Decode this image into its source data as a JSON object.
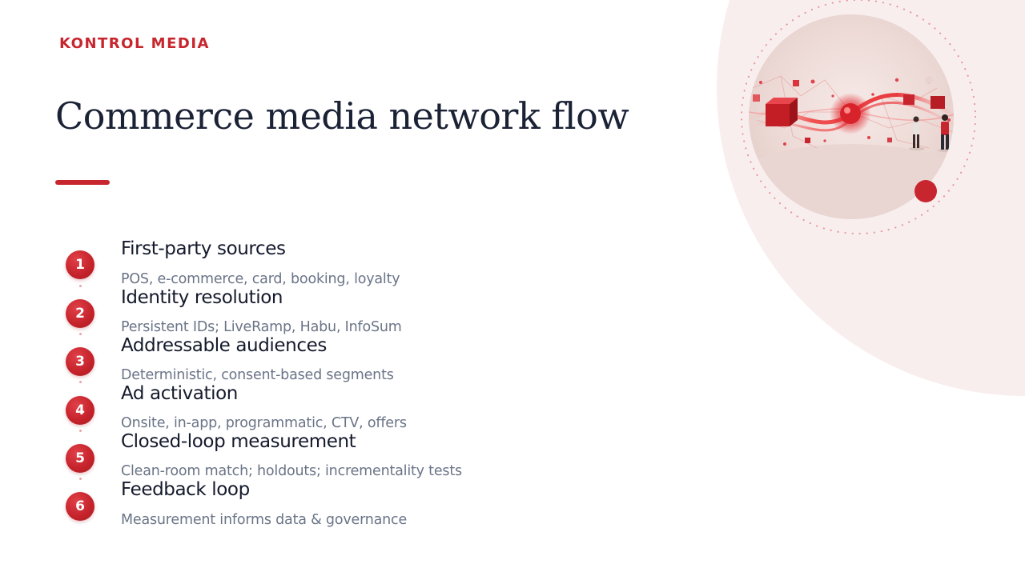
{
  "brand": "KONTROL MEDIA",
  "title": "Commerce media network flow",
  "steps": [
    {
      "number": "1",
      "heading": "First-party sources",
      "description": "POS, e-commerce, card, booking, loyalty"
    },
    {
      "number": "2",
      "heading": "Identity resolution",
      "description": "Persistent IDs; LiveRamp, Habu, InfoSum"
    },
    {
      "number": "3",
      "heading": "Addressable audiences",
      "description": "Deterministic, consent-based segments"
    },
    {
      "number": "4",
      "heading": "Ad activation",
      "description": "Onsite, in-app, programmatic, CTV, offers"
    },
    {
      "number": "5",
      "heading": "Closed-loop measurement",
      "description": "Clean-room match; holdouts; incrementality tests"
    },
    {
      "number": "6",
      "heading": "Feedback loop",
      "description": "Measurement informs data & governance"
    }
  ],
  "colors": {
    "accent": "#c8262e",
    "title": "#1b2236",
    "heading": "#141a2c",
    "description": "#6a7487",
    "decor_blush": "#f9eeee"
  }
}
